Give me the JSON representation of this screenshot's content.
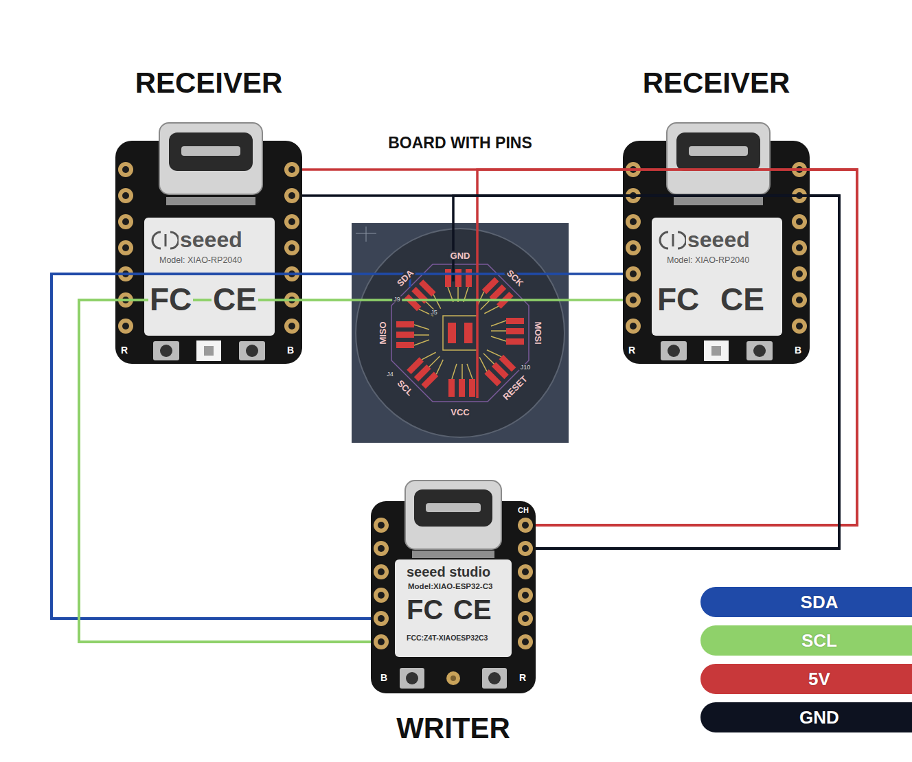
{
  "diagram": {
    "nodes": [
      {
        "text": [
          "RECEIVER",
          "seeed",
          "Model: XIAO-RP2040",
          "FC",
          "CE",
          "R",
          "B"
        ]
      },
      {
        "text": [
          "RECEIVER",
          "seeed",
          "Model: XIAO-RP2040",
          "FC",
          "CE",
          "R",
          "B"
        ]
      },
      {
        "text": [
          "BOARD WITH PINS",
          "GND",
          "SDA",
          "SCK",
          "MISO",
          "MOSI",
          "SCL",
          "RESET",
          "VCC",
          "J9",
          "J5",
          "J10",
          "J4"
        ]
      },
      {
        "text": [
          "WRITER",
          "seeed studio",
          "Model:XIAO-ESP32-C3",
          "FC",
          "CE",
          "FCC:Z4T-XIAOESP32C3",
          "B",
          "R",
          "CH"
        ]
      }
    ],
    "edges": [
      {
        "from": 3,
        "to": 0,
        "arrow": "none"
      },
      {
        "from": 3,
        "to": 2,
        "arrow": "none"
      },
      {
        "from": 3,
        "to": 1,
        "arrow": "none"
      },
      {
        "from": 3,
        "to": 0,
        "arrow": "none"
      },
      {
        "from": 3,
        "to": 2,
        "arrow": "none"
      },
      {
        "from": 3,
        "to": 1,
        "arrow": "none"
      },
      {
        "from": 3,
        "to": 0,
        "arrow": "none"
      },
      {
        "from": 3,
        "to": 2,
        "arrow": "none"
      },
      {
        "from": 3,
        "to": 1,
        "arrow": "none"
      },
      {
        "from": 3,
        "to": 0,
        "arrow": "none"
      },
      {
        "from": 3,
        "to": 2,
        "arrow": "none"
      },
      {
        "from": 3,
        "to": 1,
        "arrow": "none"
      }
    ],
    "legend": [
      {
        "text": "SDA",
        "color": "#1f4aa8"
      },
      {
        "text": "SCL",
        "color": "#8fd16a"
      },
      {
        "text": "5V",
        "color": "#c8383a"
      },
      {
        "text": "GND",
        "color": "#0d1220"
      }
    ]
  }
}
